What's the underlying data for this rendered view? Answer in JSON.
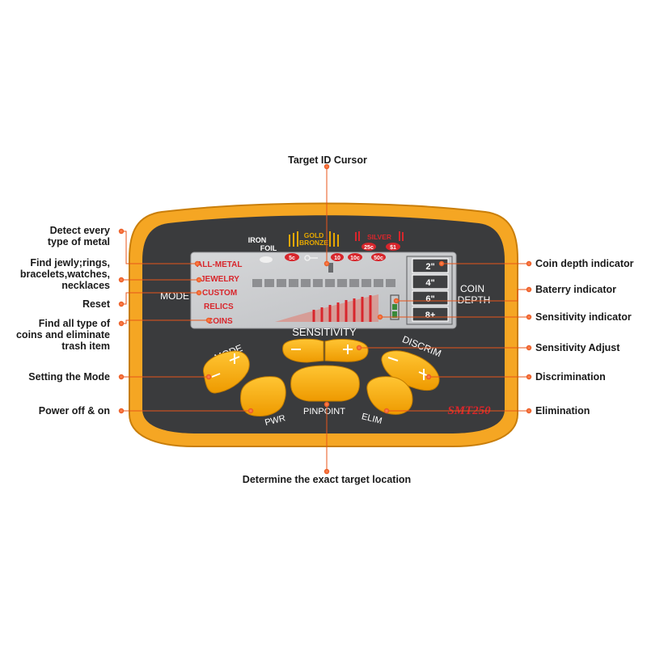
{
  "annotations": {
    "target_id_cursor": "Target ID Cursor",
    "detect_every_line1": "Detect every",
    "detect_every_line2": "type of metal",
    "find_jewelry_line1": "Find jewly;rings,",
    "find_jewelry_line2": "bracelets,watches,",
    "find_jewelry_line3": "necklaces",
    "reset": "Reset",
    "find_coins_line1": "Find all type of",
    "find_coins_line2": "coins and eliminate",
    "find_coins_line3": "trash item",
    "setting_mode": "Setting the Mode",
    "power": "Power off & on",
    "coin_depth": "Coin depth indicator",
    "battery": "Baterry indicator",
    "sensitivity_ind": "Sensitivity indicator",
    "sensitivity_adj": "Sensitivity Adjust",
    "discrimination": "Discrimination",
    "elimination": "Elimination",
    "pinpoint_desc": "Determine the exact target location"
  },
  "device": {
    "brand": "SMT250",
    "lcd": {
      "iron": "IRON",
      "foil": "FOIL",
      "gold": "GOLD",
      "bronze": "BRONZE",
      "silver": "SILVER",
      "coin_5c": "5c",
      "coin_10": "10",
      "coin_10c": "10c",
      "coin_25c": "25c",
      "coin_50c": "50c",
      "coin_1": "$1",
      "modes": [
        "ALL-METAL",
        "JEWELRY",
        "CUSTOM",
        "RELICS",
        "COINS"
      ],
      "depths": [
        "2\"",
        "4\"",
        "6\"",
        "8+"
      ]
    },
    "labels": {
      "mode": "MODE",
      "coin": "COIN",
      "depth": "DEPTH",
      "sensitivity": "SENSITIVITY",
      "mode_btn": "MODE",
      "discrim": "DISCRIM",
      "pwr": "PWR",
      "pinpoint": "PINPOINT",
      "elim": "ELIM"
    }
  },
  "colors": {
    "housing": "#F5A623",
    "panel": "#3A3B3D",
    "lcd": "#C9CACC",
    "lcd_red": "#D8262C",
    "button": "#F7A600",
    "leader": "#E8541A"
  }
}
